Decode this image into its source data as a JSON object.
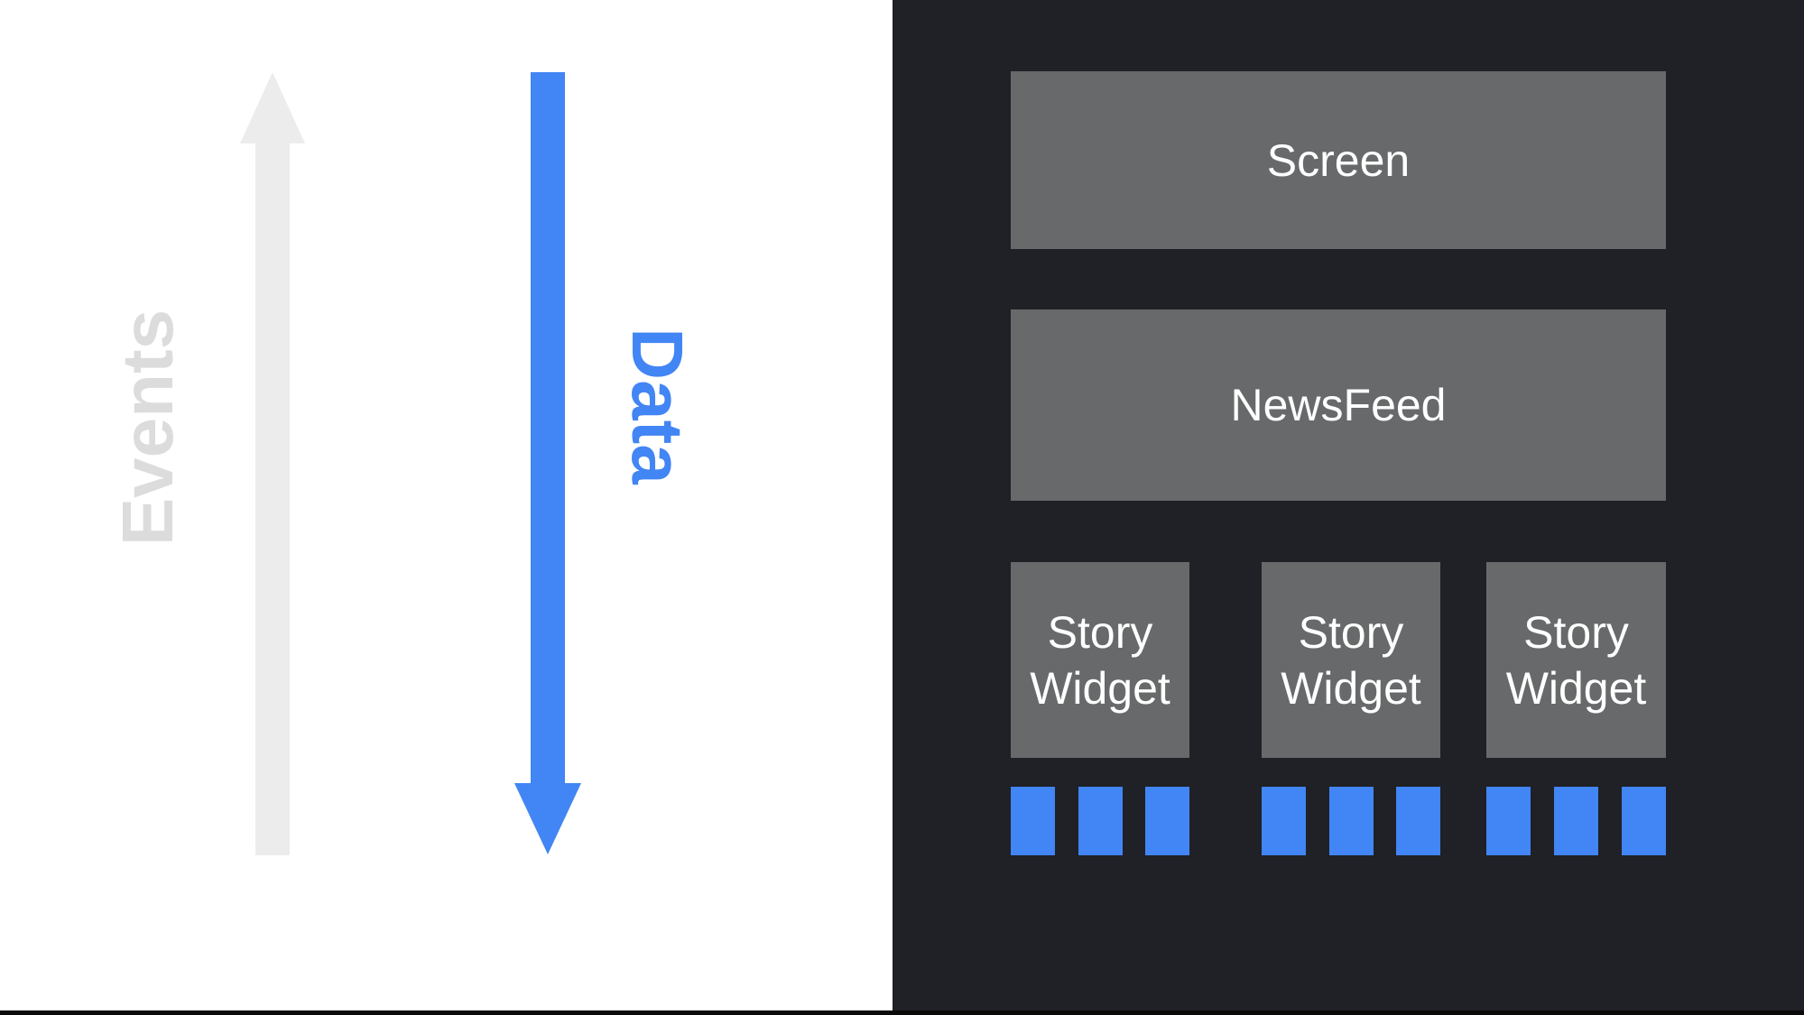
{
  "flow": {
    "events_label": "Events",
    "data_label": "Data"
  },
  "widget_tree": {
    "screen": {
      "label": "Screen"
    },
    "newsfeed": {
      "label": "NewsFeed"
    },
    "story_widgets": [
      {
        "lines": [
          "Story",
          "Widget"
        ],
        "placeholder_tiles": 3
      },
      {
        "lines": [
          "Story",
          "Widget"
        ],
        "placeholder_tiles": 3
      },
      {
        "lines": [
          "Story",
          "Widget"
        ],
        "placeholder_tiles": 3
      }
    ]
  },
  "icons": {
    "events_arrow": "up-arrow",
    "data_arrow": "down-arrow"
  },
  "colors": {
    "blue": "#4285f4",
    "panel_dark": "#1f2126",
    "box_gray": "#67696a",
    "arrow_gray": "#ececec",
    "events_text": "#dcdcdc",
    "label_white": "#ffffff",
    "bottom_strip": "#0a0a0a"
  }
}
